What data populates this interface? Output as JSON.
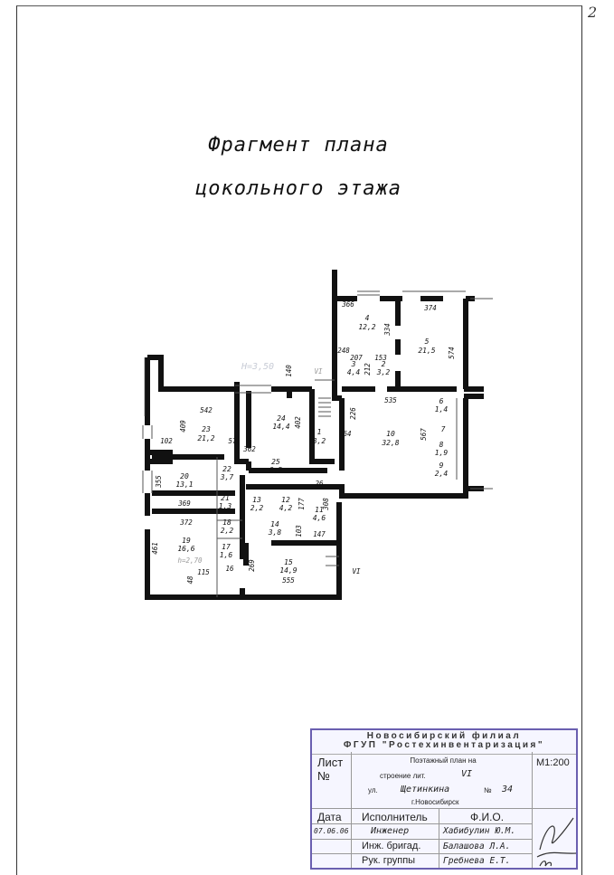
{
  "page_number": "2",
  "title": {
    "line1": "Фрагмент плана",
    "line2": "цокольного этажа"
  },
  "plan": {
    "rooms": [
      {
        "no": "4",
        "area": "12,2"
      },
      {
        "no": "5",
        "area": "21,5"
      },
      {
        "no": "3",
        "area": "4,4"
      },
      {
        "no": "2",
        "area": "3,2"
      },
      {
        "no": "10",
        "area": "32,8"
      },
      {
        "no": "6",
        "area": "1,4"
      },
      {
        "no": "7",
        "area": ""
      },
      {
        "no": "8",
        "area": "1,9"
      },
      {
        "no": "9",
        "area": "2,4"
      },
      {
        "no": "1",
        "area": "8,2"
      },
      {
        "no": "23",
        "area": "21,2"
      },
      {
        "no": "24",
        "area": "14,4"
      },
      {
        "no": "25",
        "area": "6,5"
      },
      {
        "no": "22",
        "area": "3,7"
      },
      {
        "no": "20",
        "area": "13,1"
      },
      {
        "no": "21",
        "area": "1,3"
      },
      {
        "no": "18",
        "area": "2,2"
      },
      {
        "no": "19",
        "area": "16,6"
      },
      {
        "no": "17",
        "area": "1,6"
      },
      {
        "no": "13",
        "area": "2,2"
      },
      {
        "no": "12",
        "area": "4,2"
      },
      {
        "no": "11",
        "area": "4,6"
      },
      {
        "no": "14",
        "area": "3,8"
      },
      {
        "no": "15",
        "area": "14,9"
      }
    ],
    "dimensions": [
      "366",
      "374",
      "334",
      "574",
      "207",
      "153",
      "212",
      "535",
      "226",
      "64",
      "567",
      "248",
      "140",
      "542",
      "409",
      "102",
      "57",
      "402",
      "362",
      "355",
      "369",
      "372",
      "461",
      "115",
      "16",
      "48",
      "269",
      "555",
      "177",
      "103",
      "308",
      "147",
      "26"
    ],
    "lit_marks": [
      "VI",
      "VI"
    ],
    "height_note": "h=2,70",
    "faint_note": "Н=3,50"
  },
  "stamp": {
    "org_line1": "Новосибирский филиал",
    "org_line2": "ФГУП \"Ростехинвентаризация\"",
    "sheet_label": "Лист",
    "no_label": "№",
    "doc_title": "Поэтажный план на",
    "building_label": "строение лит.",
    "building_value": "VI",
    "street_label": "ул.",
    "street_value": "Щетинкина",
    "house_no_label": "№",
    "house_no_value": "34",
    "city": "г.Новосибирск",
    "scale": "М1:200",
    "headers": {
      "date": "Дата",
      "executor": "Исполнитель",
      "name": "Ф.И.О."
    },
    "rows": [
      {
        "date": "07.06.06",
        "role": "Инженер",
        "name": "Хабибулин Ю.М."
      },
      {
        "date": "",
        "role": "Инж. бригад.",
        "name": "Балашова Л.А."
      },
      {
        "date": "",
        "role": "Рук. группы",
        "name": "Гребнева Е.Т."
      }
    ]
  }
}
